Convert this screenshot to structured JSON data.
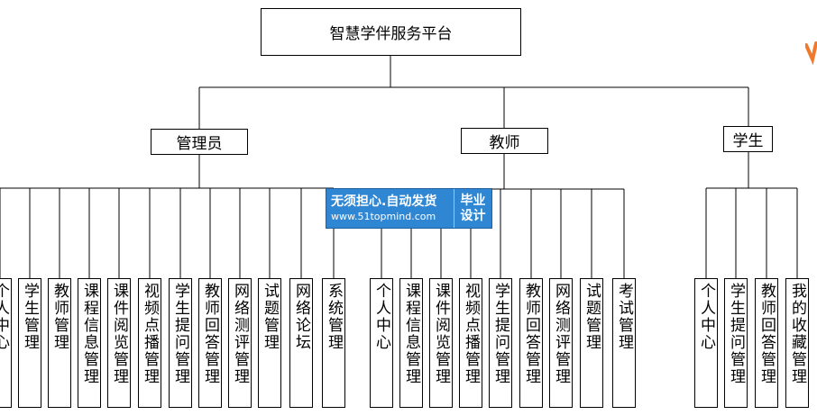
{
  "root": {
    "label": "智慧学伴服务平台"
  },
  "admin": {
    "label": "管理员",
    "items": [
      "个人中心",
      "学生管理",
      "教师管理",
      "课程信息管理",
      "课件阅览管理",
      "视频点播管理",
      "学生提问管理",
      "教师回答管理",
      "网络测评管理",
      "试题管理",
      "网络论坛",
      "系统管理"
    ]
  },
  "teacher": {
    "label": "教师",
    "items": [
      "个人中心",
      "课程信息管理",
      "课件阅览管理",
      "视频点播管理",
      "学生提问管理",
      "教师回答管理",
      "网络测评管理",
      "试题管理",
      "考试管理"
    ]
  },
  "student": {
    "label": "学生",
    "items": [
      "个人中心",
      "学生提问管理",
      "教师回答管理",
      "我的收藏管理"
    ]
  },
  "watermark": {
    "line1": "无须担心.自动发货",
    "line2": "www.51topmind.com",
    "badge_top": "毕业",
    "badge_bottom": "设计",
    "color": "#2f86d3"
  }
}
